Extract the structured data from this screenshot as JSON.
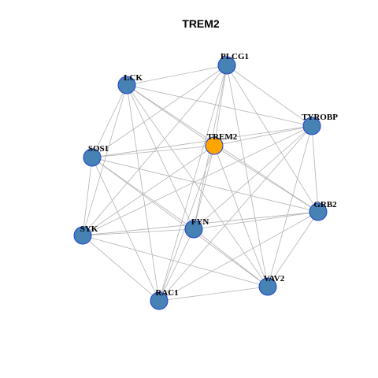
{
  "title": "TREM2",
  "colors": {
    "hub_fill": "#FFA500",
    "node_fill": "#4682B4",
    "node_border": "#1F3FD1",
    "edge": "#B3B3B3"
  },
  "network": {
    "nodes": [
      {
        "id": "TREM2",
        "label": "TREM2",
        "hub": true
      },
      {
        "id": "PLCG1",
        "label": "PLCG1",
        "hub": false
      },
      {
        "id": "LCK",
        "label": "LCK",
        "hub": false
      },
      {
        "id": "TYROBP",
        "label": "TYROBP",
        "hub": false
      },
      {
        "id": "SOS1",
        "label": "SOS1",
        "hub": false
      },
      {
        "id": "GRB2",
        "label": "GRB2",
        "hub": false
      },
      {
        "id": "FYN",
        "label": "FYN",
        "hub": false
      },
      {
        "id": "SYK",
        "label": "SYK",
        "hub": false
      },
      {
        "id": "VAV2",
        "label": "VAV2",
        "hub": false
      },
      {
        "id": "RAC1",
        "label": "RAC1",
        "hub": false
      }
    ],
    "edges": [
      [
        "LCK",
        "PLCG1"
      ],
      [
        "LCK",
        "TREM2"
      ],
      [
        "LCK",
        "TYROBP"
      ],
      [
        "LCK",
        "SOS1"
      ],
      [
        "LCK",
        "SYK"
      ],
      [
        "LCK",
        "FYN"
      ],
      [
        "LCK",
        "RAC1"
      ],
      [
        "LCK",
        "VAV2"
      ],
      [
        "LCK",
        "GRB2"
      ],
      [
        "PLCG1",
        "TREM2"
      ],
      [
        "PLCG1",
        "TYROBP"
      ],
      [
        "PLCG1",
        "SOS1"
      ],
      [
        "PLCG1",
        "GRB2"
      ],
      [
        "PLCG1",
        "FYN"
      ],
      [
        "PLCG1",
        "SYK"
      ],
      [
        "PLCG1",
        "VAV2"
      ],
      [
        "PLCG1",
        "RAC1"
      ],
      [
        "TYROBP",
        "TREM2"
      ],
      [
        "TYROBP",
        "SOS1"
      ],
      [
        "TYROBP",
        "GRB2"
      ],
      [
        "TYROBP",
        "FYN"
      ],
      [
        "TYROBP",
        "SYK"
      ],
      [
        "TYROBP",
        "VAV2"
      ],
      [
        "TYROBP",
        "RAC1"
      ],
      [
        "TREM2",
        "SOS1"
      ],
      [
        "TREM2",
        "GRB2"
      ],
      [
        "TREM2",
        "FYN"
      ],
      [
        "TREM2",
        "SYK"
      ],
      [
        "TREM2",
        "VAV2"
      ],
      [
        "TREM2",
        "RAC1"
      ],
      [
        "SOS1",
        "GRB2"
      ],
      [
        "SOS1",
        "FYN"
      ],
      [
        "SOS1",
        "SYK"
      ],
      [
        "SOS1",
        "VAV2"
      ],
      [
        "SOS1",
        "RAC1"
      ],
      [
        "GRB2",
        "FYN"
      ],
      [
        "GRB2",
        "SYK"
      ],
      [
        "GRB2",
        "VAV2"
      ],
      [
        "GRB2",
        "RAC1"
      ],
      [
        "FYN",
        "SYK"
      ],
      [
        "FYN",
        "VAV2"
      ],
      [
        "FYN",
        "RAC1"
      ],
      [
        "SYK",
        "VAV2"
      ],
      [
        "SYK",
        "RAC1"
      ],
      [
        "VAV2",
        "RAC1"
      ]
    ]
  }
}
